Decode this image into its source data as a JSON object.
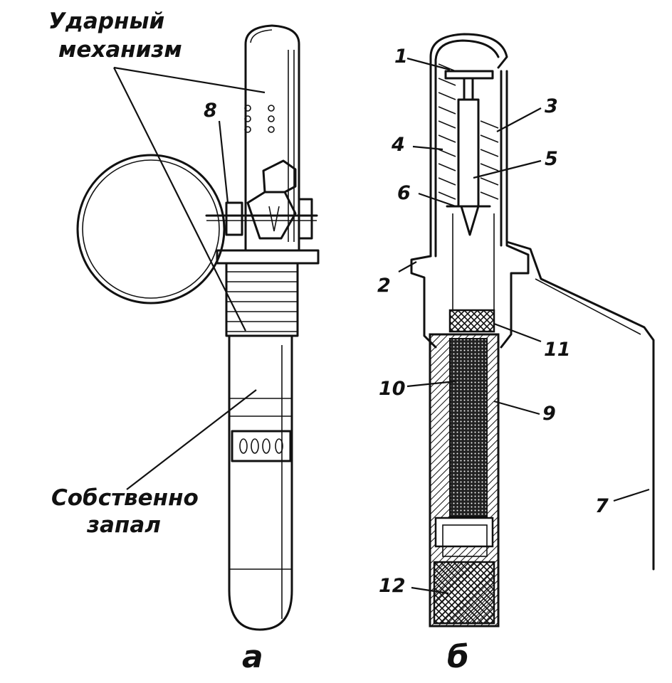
{
  "figure": {
    "labels": {
      "striker_mechanism_line1": "Ударный",
      "striker_mechanism_line2": "механизм",
      "fuze_proper_line1": "Собственно",
      "fuze_proper_line2": "запал",
      "view_a": "а",
      "view_b": "б"
    },
    "part_numbers": {
      "n1": "1",
      "n2": "2",
      "n3": "3",
      "n4": "4",
      "n5": "5",
      "n6": "6",
      "n7": "7",
      "n8": "8",
      "n9": "9",
      "n10": "10",
      "n11": "11",
      "n12": "12"
    }
  }
}
